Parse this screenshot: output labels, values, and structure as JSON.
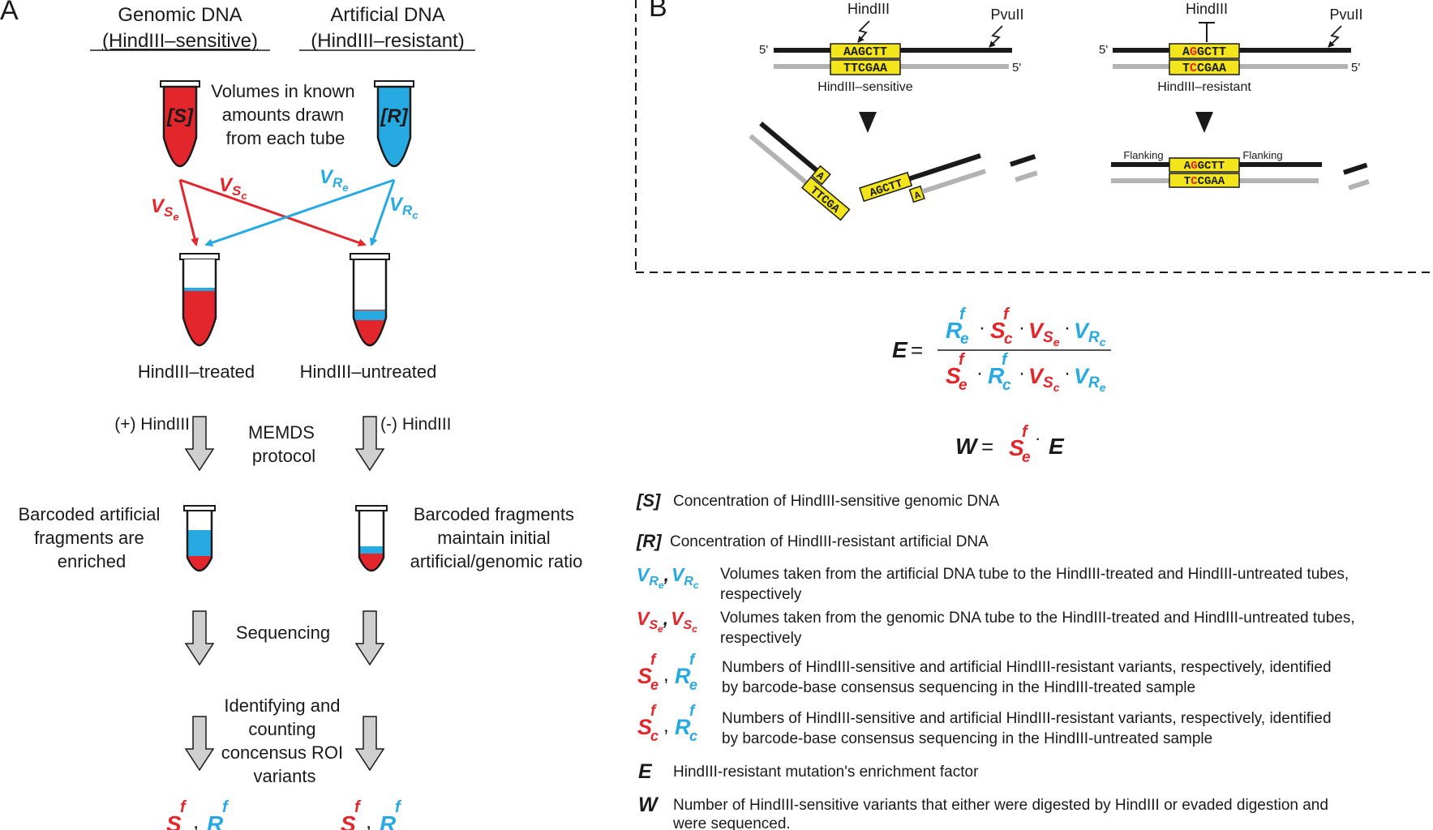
{
  "colors": {
    "red": "#e3262b",
    "blue": "#27a9e1",
    "yellow": "#f2e51b",
    "gray_strand": "#b3b3b3",
    "arrow_gray": "#cfcfcf",
    "text": "#1a1a1a"
  },
  "panel_a": {
    "label": "A",
    "genomic_title": "Genomic DNA",
    "genomic_sub": "(HindIII–sensitive)",
    "artificial_title": "Artificial DNA",
    "artificial_sub": "(HindIII–resistant)",
    "tube_s_label": "[S]",
    "tube_r_label": "[R]",
    "volumes_note": [
      "Volumes in known",
      "amounts drawn",
      "from each tube"
    ],
    "vol_sc": {
      "base": "V",
      "sub": "S",
      "subsub": "c"
    },
    "vol_se": {
      "base": "V",
      "sub": "S",
      "subsub": "e"
    },
    "vol_re": {
      "base": "V",
      "sub": "R",
      "subsub": "e"
    },
    "vol_rc": {
      "base": "V",
      "sub": "R",
      "subsub": "c"
    },
    "treated_label": "HindIII–treated",
    "untreated_label": "HindIII–untreated",
    "plus_hindiii": "(+) HindIII",
    "minus_hindiii": "(-) HindIII",
    "memds": [
      "MEMDS",
      "protocol"
    ],
    "enriched_text": [
      "Barcoded artificial",
      "fragments are",
      "enriched"
    ],
    "maintain_text": [
      "Barcoded fragments",
      "maintain initial",
      "artificial/genomic ratio"
    ],
    "sequencing": "Sequencing",
    "identifying": [
      "Identifying and",
      "counting",
      "concensus ROI",
      "variants"
    ],
    "bottom_left": {
      "s": "S",
      "sup": "f",
      "comma": ",",
      "r": "R"
    },
    "bottom_right": {
      "s": "S",
      "sup": "f",
      "comma": ",",
      "r": "R"
    }
  },
  "panel_b": {
    "label": "B",
    "left": {
      "enzyme1": "HindIII",
      "enzyme2": "PvuII",
      "five_prime": "5'",
      "top_seq": "AAGCTT",
      "bottom_seq": "TTCGAA",
      "caption": "HindIII–sensitive",
      "frag1_overhang": "A",
      "frag1_seq": "TTCGA",
      "frag2_seq": "AGCTT",
      "frag2_overhang": "A"
    },
    "right": {
      "enzyme1": "HindIII",
      "enzyme2": "PvuII",
      "five_prime": "5'",
      "top_seq_pre": "A",
      "top_seq_mut": "G",
      "top_seq_post": "GCTT",
      "bot_seq_pre": "T",
      "bot_seq_mut": "C",
      "bot_seq_post": "CGAA",
      "caption": "HindIII–resistant",
      "flanking_left": "Flanking",
      "flanking_right": "Flanking"
    }
  },
  "formulas": {
    "e_label": "E",
    "equals": "=",
    "dot": "·",
    "f": "f",
    "w_label": "W"
  },
  "legend": [
    {
      "key": "[S]",
      "text": [
        "Concentration of HindIII-sensitive genomic DNA"
      ]
    },
    {
      "key": "[R]",
      "text": [
        "Concentration of HindIII-resistant artificial DNA"
      ]
    },
    {
      "key": "VRe, VRc",
      "text": [
        "Volumes taken from the artificial DNA tube to the HindIII-treated and HindIII-untreated tubes,",
        "respectively"
      ]
    },
    {
      "key": "VSe, VSc",
      "text": [
        "Volumes taken from the genomic DNA tube to the HindIII-treated and HindIII-untreated tubes,",
        "respectively"
      ]
    },
    {
      "key": "Sef, Ref",
      "text": [
        "Numbers of HindIII-sensitive and artificial HindIII-resistant variants, respectively, identified",
        "by barcode-base consensus sequencing in the HindIII-treated sample"
      ]
    },
    {
      "key": "Scf, Rcf",
      "text": [
        "Numbers of HindIII-sensitive and artificial HindIII-resistant variants, respectively, identified",
        "by barcode-base consensus sequencing in the HindIII-untreated sample"
      ]
    },
    {
      "key": "E",
      "text": [
        "HindIII-resistant mutation's enrichment factor"
      ]
    },
    {
      "key": "W",
      "text": [
        "Number of HindIII-sensitive variants that either were digested by HindIII or evaded digestion and",
        "were sequenced."
      ]
    }
  ]
}
